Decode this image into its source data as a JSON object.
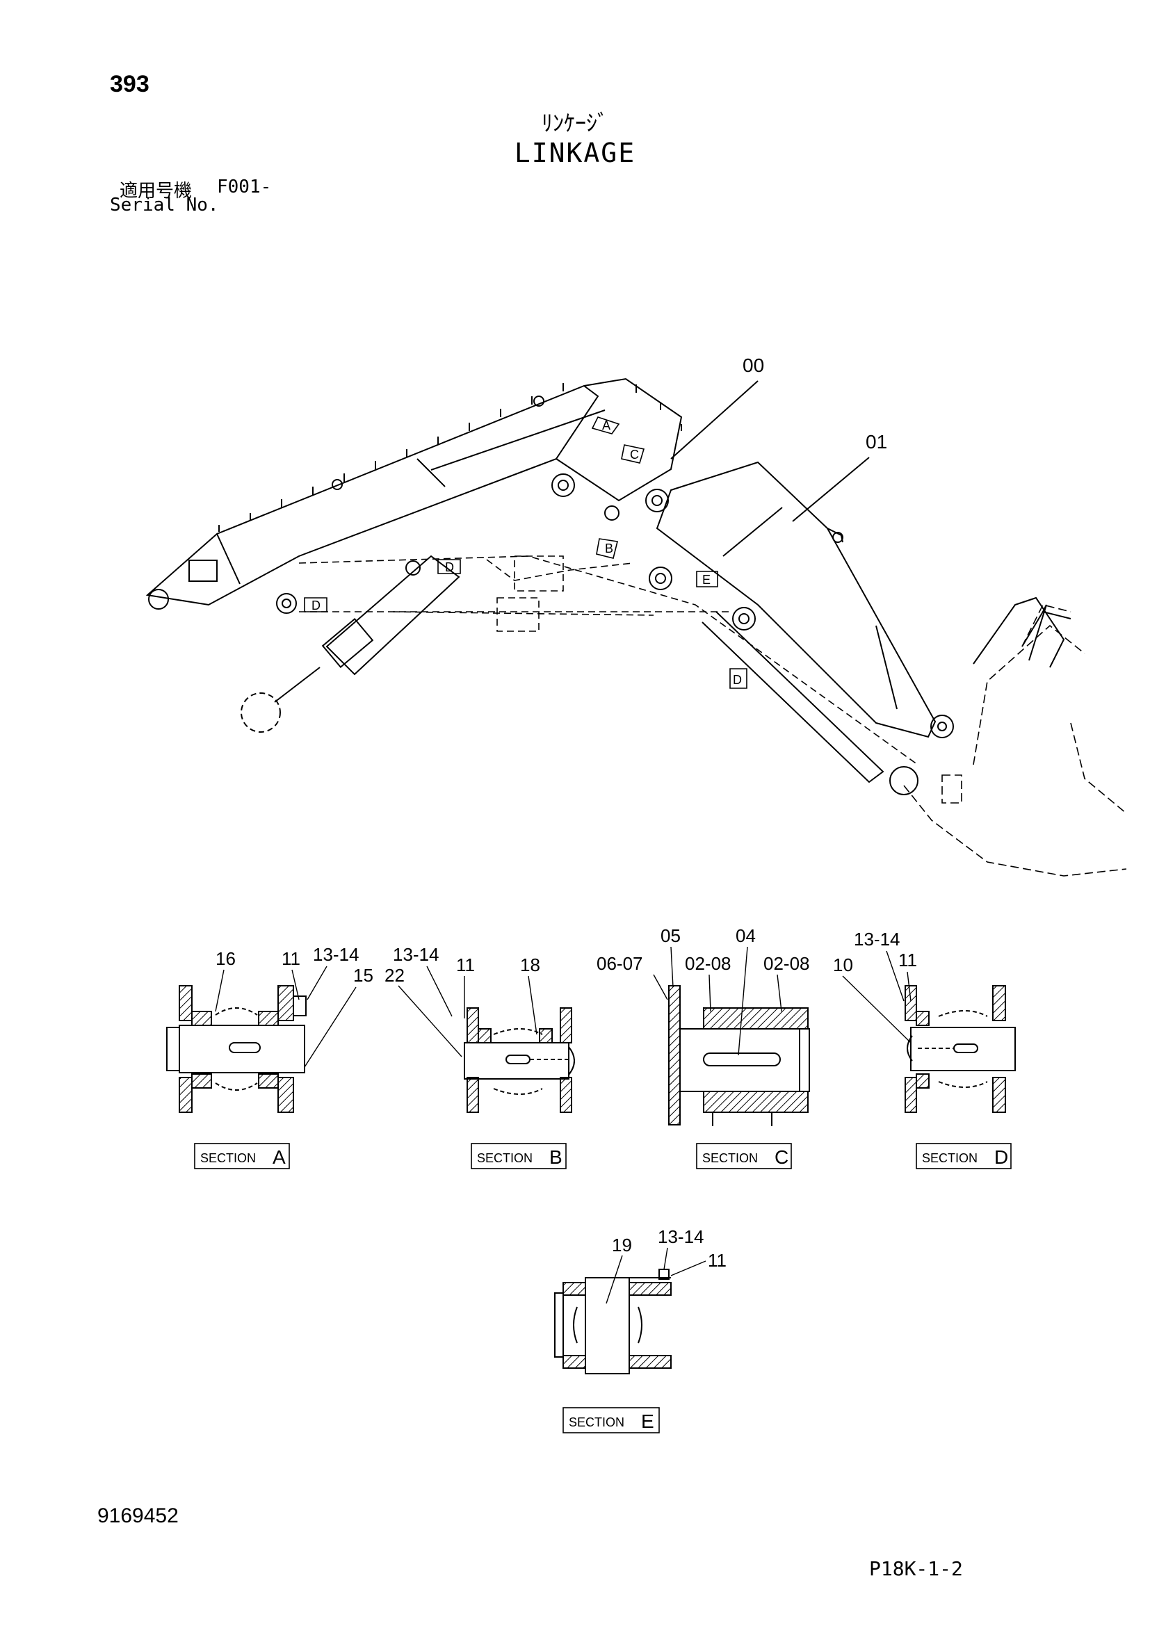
{
  "header": {
    "page_number": "393",
    "title_jp": "ﾘﾝｹｰｼﾞ",
    "title_en": "LINKAGE",
    "serial_label_jp": "適用号機",
    "serial_value": "F001-",
    "serial_label_en": "Serial No."
  },
  "main_view": {
    "callouts": [
      "00",
      "01"
    ],
    "view_markers": [
      "A",
      "B",
      "C",
      "D",
      "D",
      "D",
      "E"
    ]
  },
  "sections": [
    {
      "title_word": "SECTION",
      "letter": "A",
      "labels": [
        "16",
        "11",
        "13-14",
        "15"
      ]
    },
    {
      "title_word": "SECTION",
      "letter": "B",
      "labels": [
        "13-14",
        "22",
        "11",
        "18"
      ]
    },
    {
      "title_word": "SECTION",
      "letter": "C",
      "labels": [
        "05",
        "04",
        "06-07",
        "02-08",
        "02-08"
      ]
    },
    {
      "title_word": "SECTION",
      "letter": "D",
      "labels": [
        "13-14",
        "10",
        "11"
      ]
    },
    {
      "title_word": "SECTION",
      "letter": "E",
      "labels": [
        "19",
        "13-14",
        "11"
      ]
    }
  ],
  "footer": {
    "doc_number": "9169452",
    "page_ref": "P18K-1-2"
  }
}
